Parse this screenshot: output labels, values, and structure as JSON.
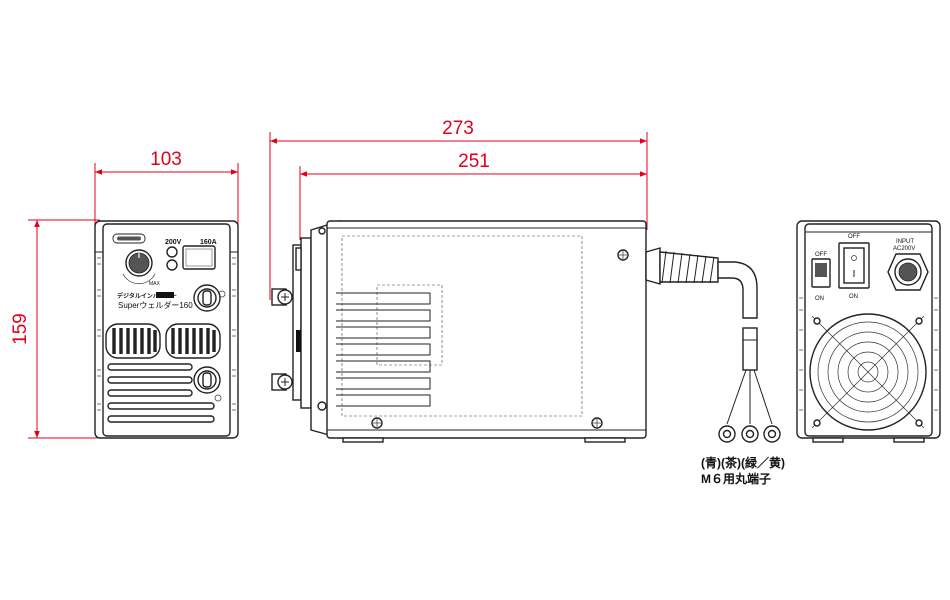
{
  "dimensions": {
    "front_width": "103",
    "height": "159",
    "overall_length": "273",
    "body_length": "251"
  },
  "front_panel": {
    "voltage": "200V",
    "current": "160A",
    "brand_line": "デジタルインバーター",
    "model": "Superウェルダー160",
    "knob_max": "MAX"
  },
  "rear_panel": {
    "switch_off": "OFF",
    "switch_on": "ON",
    "input_label": "INPUT",
    "input_voltage": "AC200V"
  },
  "cable": {
    "wire_colors": "(青)(茶)(緑／黄)",
    "terminal": "M６用丸端子"
  },
  "colors": {
    "dimension": "#e0001b",
    "outline": "#222222"
  }
}
